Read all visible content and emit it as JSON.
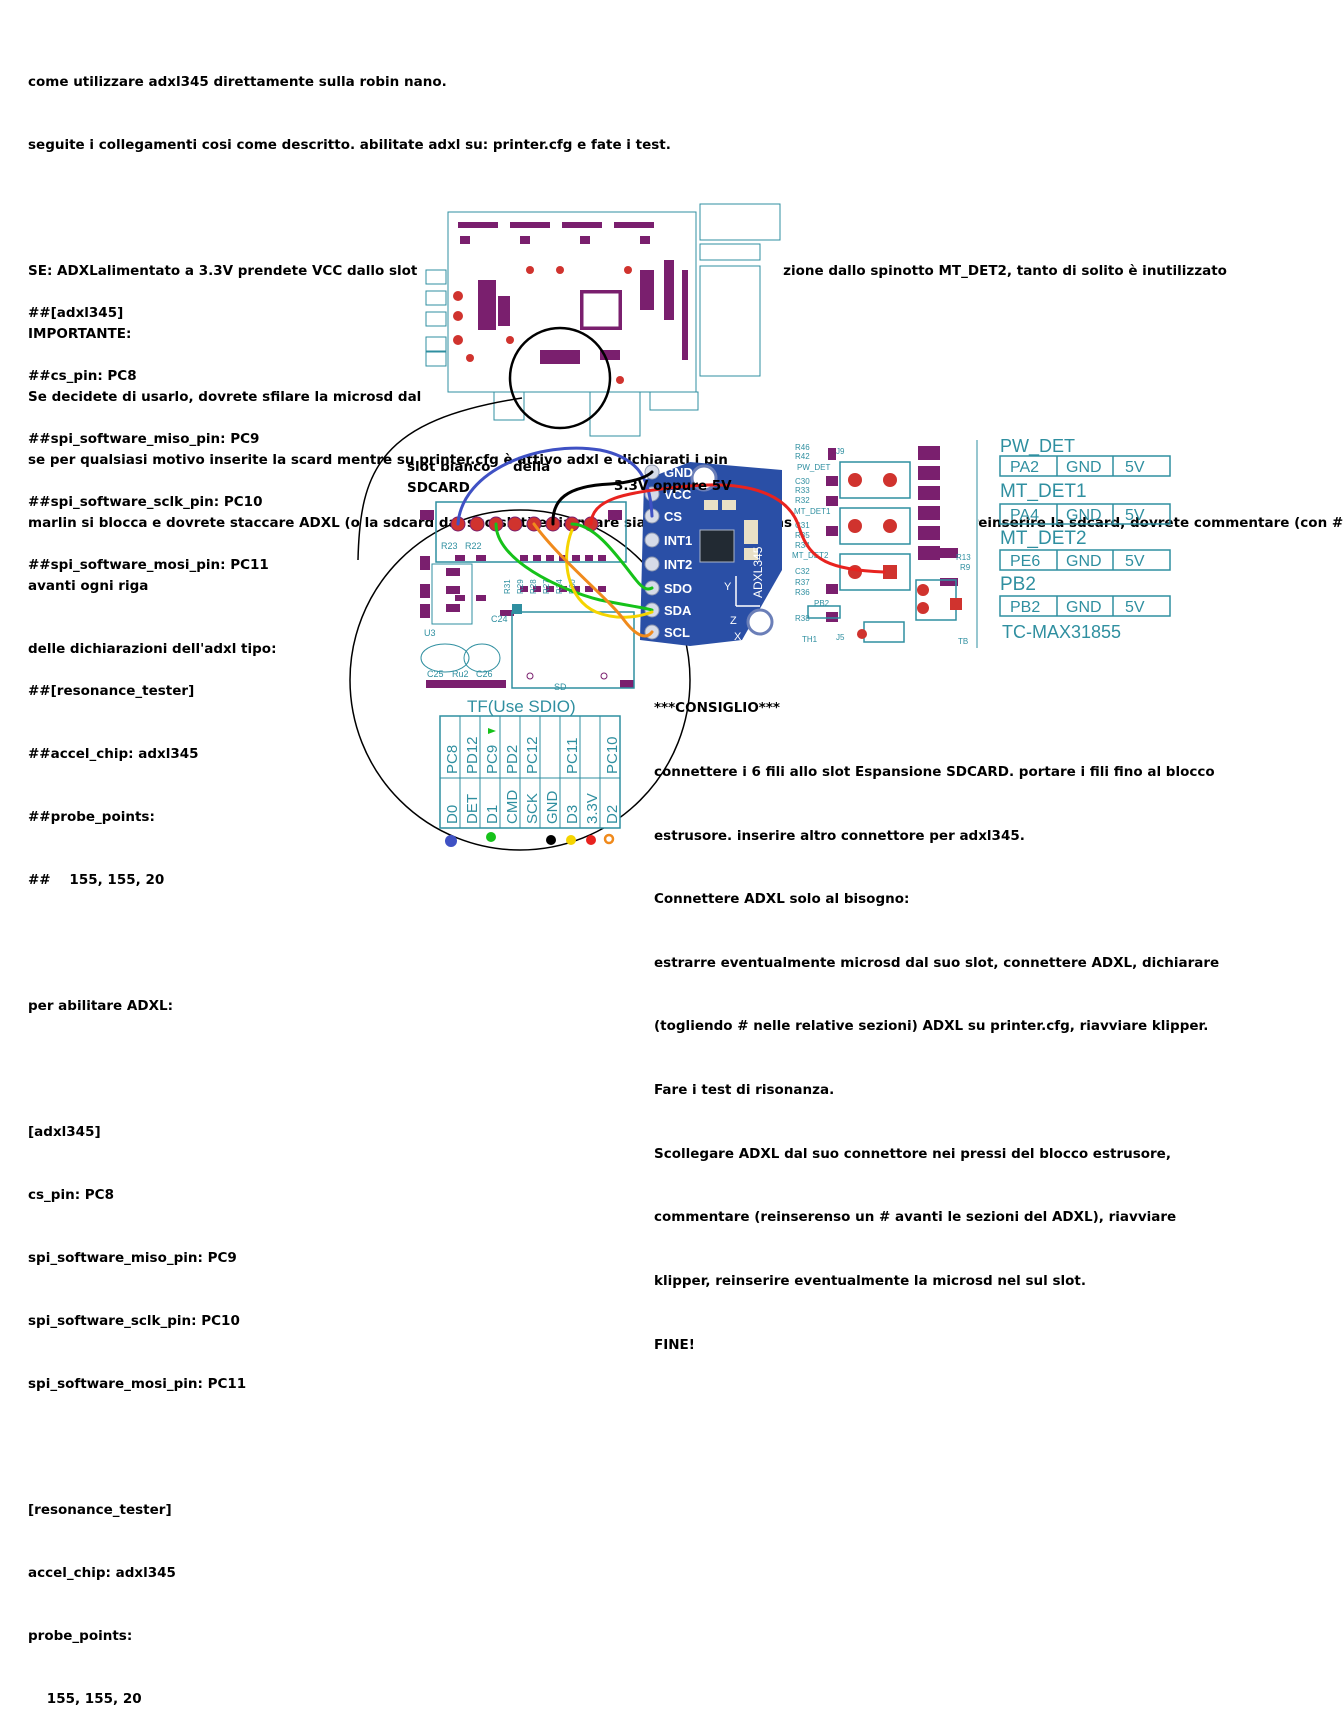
{
  "intro_lines": [
    "come utilizzare adxl345 direttamente sulla robin nano.",
    "seguite i collegamenti cosi come descritto. abilitate adxl su: printer.cfg e fate i test.",
    "",
    "SE: ADXLalimentato a 3.3V prendete VCC dallo slot SDCARD, se laimentato a 5V prendete alimentazione dallo spinotto MT_DET2, tanto di solito è inutilizzato",
    "IMPORTANTE:",
    "Se decidete di usarlo, dovrete sfilare la microsd dal suo slot (non possono ocesistere!)",
    "se per qualsiasi motivo inserite la scard mentre su printer.cfg è attivo adxl e dichiarati i pin",
    "marlin si blocca e dovrete staccare ADXL (o la sdcard dal suo slot) e riavviare sia stampante che raspberry. quindi prima di reinserire la sdcard, dovrete commentare (con #",
    "avanti ogni riga",
    "delle dichiarazioni dell'adxl tipo:"
  ],
  "config_lines": [
    "##[adxl345]",
    "##cs_pin: PC8",
    "##spi_software_miso_pin: PC9",
    "##spi_software_sclk_pin: PC10",
    "##spi_software_mosi_pin: PC11",
    "",
    "##[resonance_tester]",
    "##accel_chip: adxl345",
    "##probe_points:",
    "##    155, 155, 20",
    "",
    "per abilitare ADXL:",
    "",
    "[adxl345]",
    "cs_pin: PC8",
    "spi_software_miso_pin: PC9",
    "spi_software_sclk_pin: PC10",
    "spi_software_mosi_pin: PC11",
    "",
    "[resonance_tester]",
    "accel_chip: adxl345",
    "probe_points:",
    "    155, 155, 20"
  ],
  "labels": {
    "slot_bianco": "slot bianco",
    "della": "della",
    "sdcard": "SDCARD",
    "power_choice": "3.3V oppure 5V"
  },
  "sd_slot": {
    "title": "TF(Use SDIO)",
    "sd": "SD",
    "top_pins": [
      "PC8",
      "PD12",
      "PC9",
      "PD2",
      "PC12",
      "",
      "PC11",
      "",
      "PC10"
    ],
    "bottom_pins": [
      "D0",
      "DET",
      "D1",
      "CMD",
      "SCK",
      "GND",
      "D3",
      "3.3V",
      "D2"
    ],
    "parts": [
      "R23",
      "R22",
      "R31",
      "R29",
      "R28",
      "R27",
      "R24",
      "R30",
      "C24",
      "U3",
      "C25",
      "Ru2",
      "C26"
    ]
  },
  "adxl_module": {
    "pins": [
      "GND",
      "VCC",
      "CS",
      "INT1",
      "INT2",
      "SDO",
      "SDA",
      "SCL"
    ],
    "chip": "ADXL345",
    "axes": [
      "Y",
      "Z",
      "X"
    ]
  },
  "connector_panel": {
    "headers": [
      "PW_DET",
      "MT_DET1",
      "MT_DET2",
      "PB2"
    ],
    "rows": [
      [
        "PA2",
        "GND",
        "5V"
      ],
      [
        "PA4",
        "GND",
        "5V"
      ],
      [
        "PE6",
        "GND",
        "5V"
      ],
      [
        "PB2",
        "GND",
        "5V"
      ]
    ],
    "footer": "TC-MAX31855",
    "parts": [
      "R46",
      "R42",
      "PW_DET",
      "C30",
      "R33",
      "R32",
      "MT_DET1",
      "C31",
      "R35",
      "R34",
      "MT_DET2",
      "C32",
      "R37",
      "R36",
      "PB2",
      "R38",
      "TH1",
      "J5",
      "J9",
      "R13",
      "R9",
      "TB"
    ]
  },
  "tip_lines": [
    "***CONSIGLIO***",
    "connettere i 6 fili allo slot Espansione SDCARD. portare i fili fino al blocco",
    "estrusore. inserire altro connettore per adxl345.",
    "Connettere ADXL solo al bisogno:",
    "estrarre eventualmente microsd dal suo slot, connettere ADXL, dichiarare",
    "(togliendo # nelle relative sezioni) ADXL su printer.cfg, riavviare klipper.",
    "Fare i test di risonanza.",
    "Scollegare ADXL dal suo connettore nei pressi del blocco estrusore,",
    "commentare (reinserenso un # avanti le sezioni del ADXL), riavviare",
    "klipper, reinserire eventualmente la microsd nel sul slot.",
    "FINE!"
  ],
  "wire_colors": {
    "blue": "#3f51c4",
    "black": "#000000",
    "red": "#e8231f",
    "orange": "#f08a1c",
    "yellow": "#f5d400",
    "green": "#16c21a",
    "board_purple": "#7a1f6e",
    "pad_red": "#d0332e",
    "module_blue": "#2a4fa6",
    "cyan_panel": "#2f8fa0"
  }
}
